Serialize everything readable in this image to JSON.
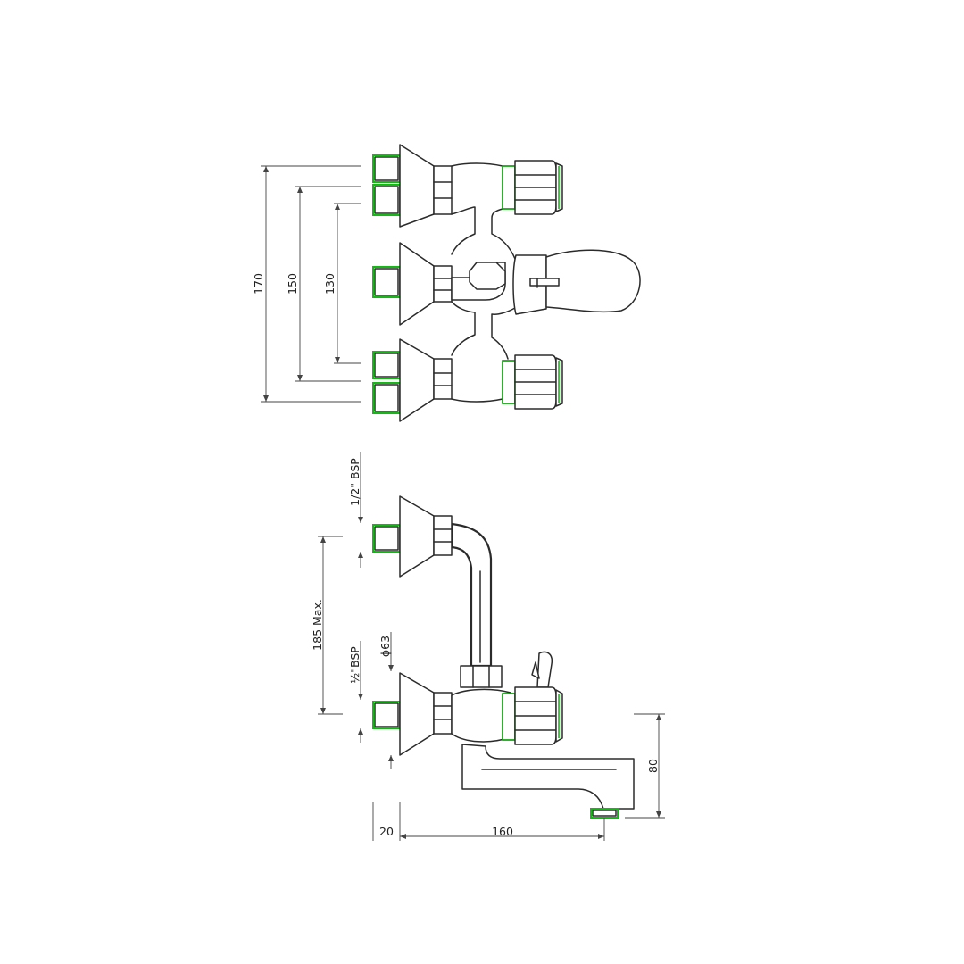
{
  "colors": {
    "line": "#2b2b2b",
    "accent": "#16b816",
    "dimension": "#444444",
    "background": "#ffffff"
  },
  "plan_view": {
    "dimensions": {
      "outer": "170",
      "middle": "150",
      "inner": "130"
    }
  },
  "side_view": {
    "dimensions": {
      "thread_upper": "1/2\" BSP",
      "thread_lower": "½\"BSP",
      "center_distance": "185 Max.",
      "diameter": "ϕ63",
      "wall_offset": "20",
      "spout_projection": "160",
      "spout_height": "80"
    }
  }
}
